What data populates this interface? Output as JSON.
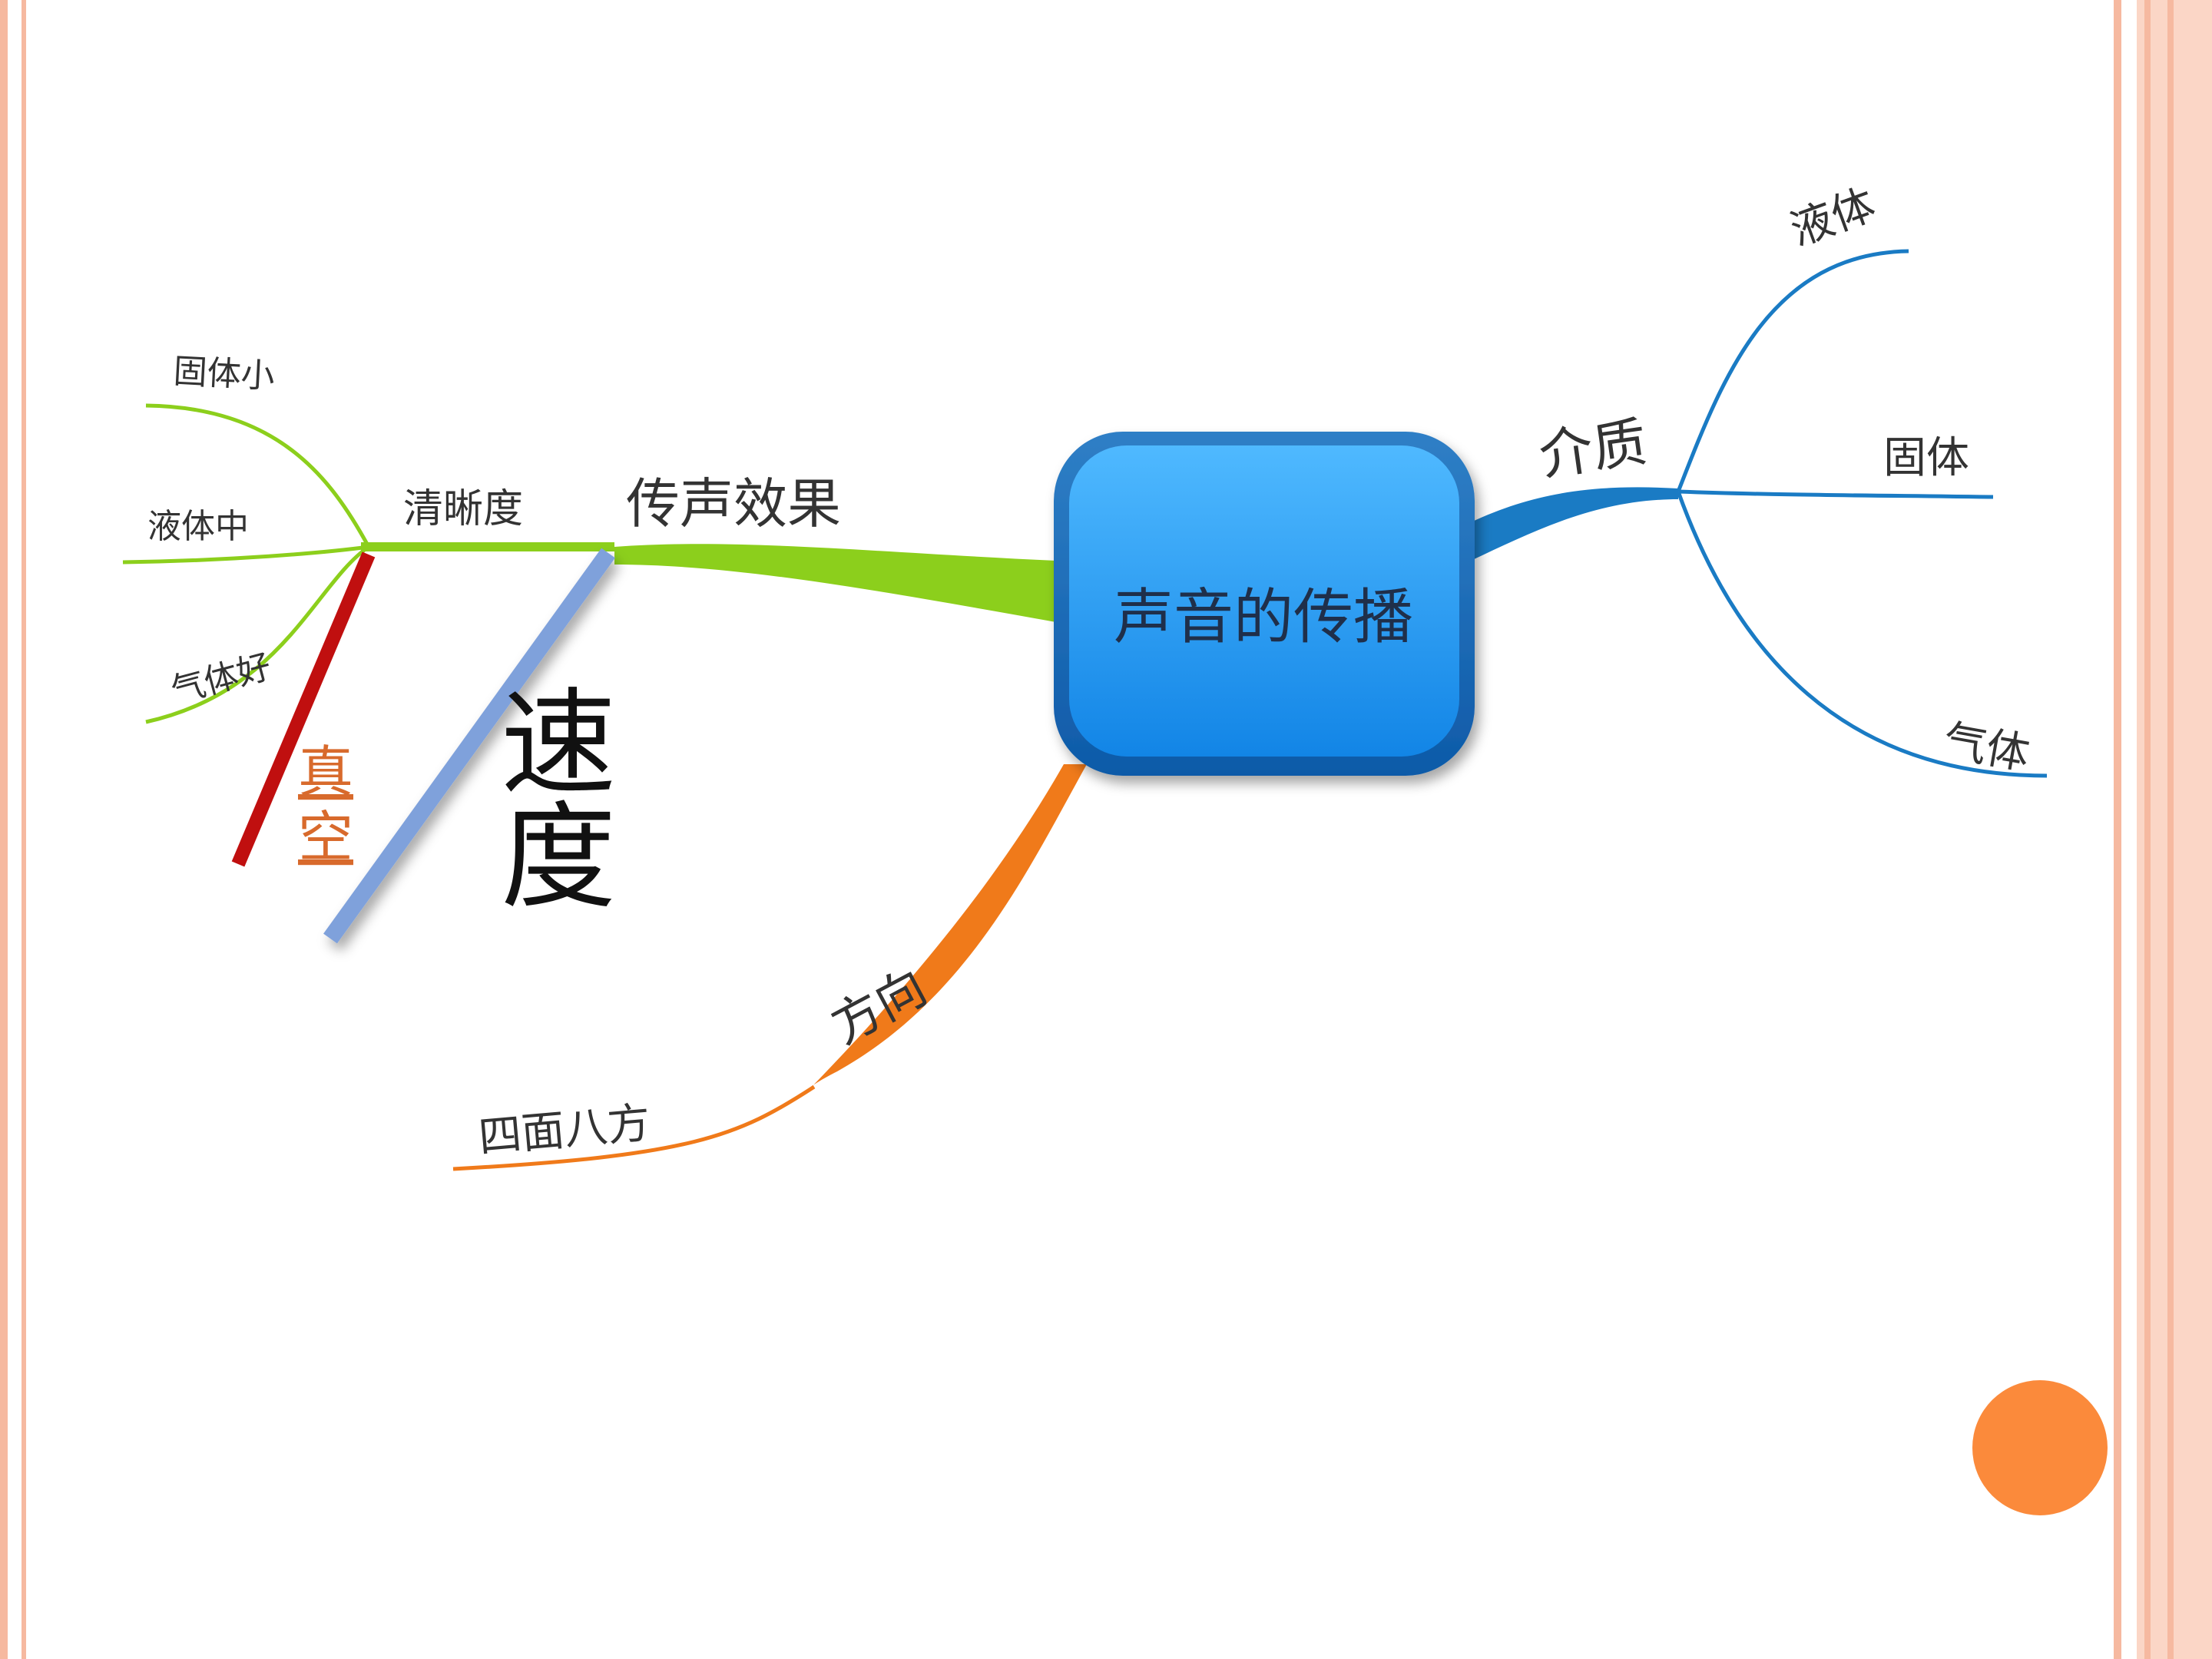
{
  "colors": {
    "accent_orange": "#fb8a3b",
    "frame": "#f6b9a0",
    "node_blue": "#1a8fe6",
    "branch_green": "#8ccf1c",
    "branch_blue": "#1a7bc4",
    "branch_orange": "#f07a1a",
    "red_bar": "#c00f0f",
    "blue_bar": "#7fa1db"
  },
  "center": {
    "label": "声音的传播"
  },
  "branches": {
    "medium": {
      "label": "介质",
      "children": [
        "液体",
        "固体",
        "气体"
      ]
    },
    "effect": {
      "label": "传声效果",
      "sub": {
        "label": "清晰度",
        "children": [
          "固体小",
          "液体中",
          "气体好"
        ]
      }
    },
    "direction": {
      "label": "方向",
      "child": "四面八方"
    }
  },
  "annotations": {
    "vacuum": [
      "真",
      "空"
    ],
    "speed": [
      "速",
      "度"
    ]
  }
}
